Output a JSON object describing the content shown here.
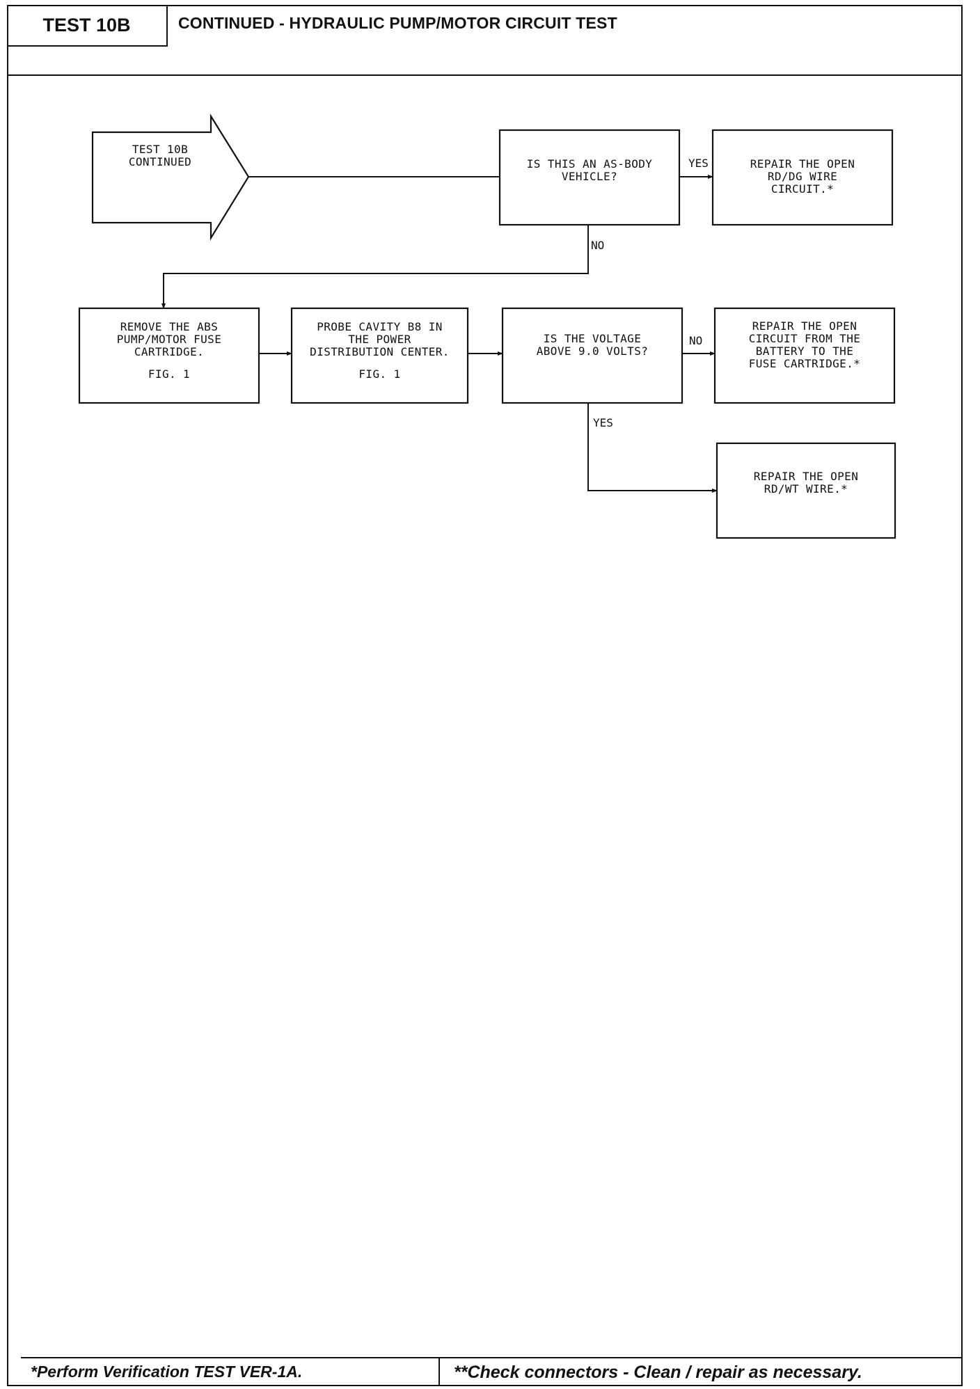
{
  "header": {
    "test_id": "TEST 10B",
    "title": "CONTINUED - HYDRAULIC PUMP/MOTOR CIRCUIT TEST"
  },
  "flowchart": {
    "start": {
      "line1": "TEST 10B",
      "line2": "CONTINUED"
    },
    "q_as_body": {
      "line1": "IS THIS AN AS-BODY",
      "line2": "VEHICLE?"
    },
    "repair_rd_dg": {
      "line1": "REPAIR THE OPEN",
      "line2": "RD/DG WIRE",
      "line3": "CIRCUIT.*"
    },
    "remove_fuse": {
      "line1": "REMOVE THE ABS",
      "line2": "PUMP/MOTOR FUSE",
      "line3": "CARTRIDGE.",
      "fig": "FIG. 1"
    },
    "probe_cavity": {
      "line1": "PROBE CAVITY B8 IN",
      "line2": "THE POWER",
      "line3": "DISTRIBUTION CENTER.",
      "fig": "FIG. 1"
    },
    "q_voltage": {
      "line1": "IS THE VOLTAGE",
      "line2": "ABOVE 9.0 VOLTS?"
    },
    "repair_battery": {
      "line1": "REPAIR THE OPEN",
      "line2": "CIRCUIT FROM THE",
      "line3": "BATTERY TO THE",
      "line4": "FUSE CARTRIDGE.*"
    },
    "repair_rd_wt": {
      "line1": "REPAIR THE OPEN",
      "line2": "RD/WT WIRE.*"
    },
    "labels": {
      "yes": "YES",
      "no": "NO"
    }
  },
  "footer": {
    "left": "*Perform Verification TEST VER-1A.",
    "right": "**Check connectors - Clean / repair as necessary."
  }
}
